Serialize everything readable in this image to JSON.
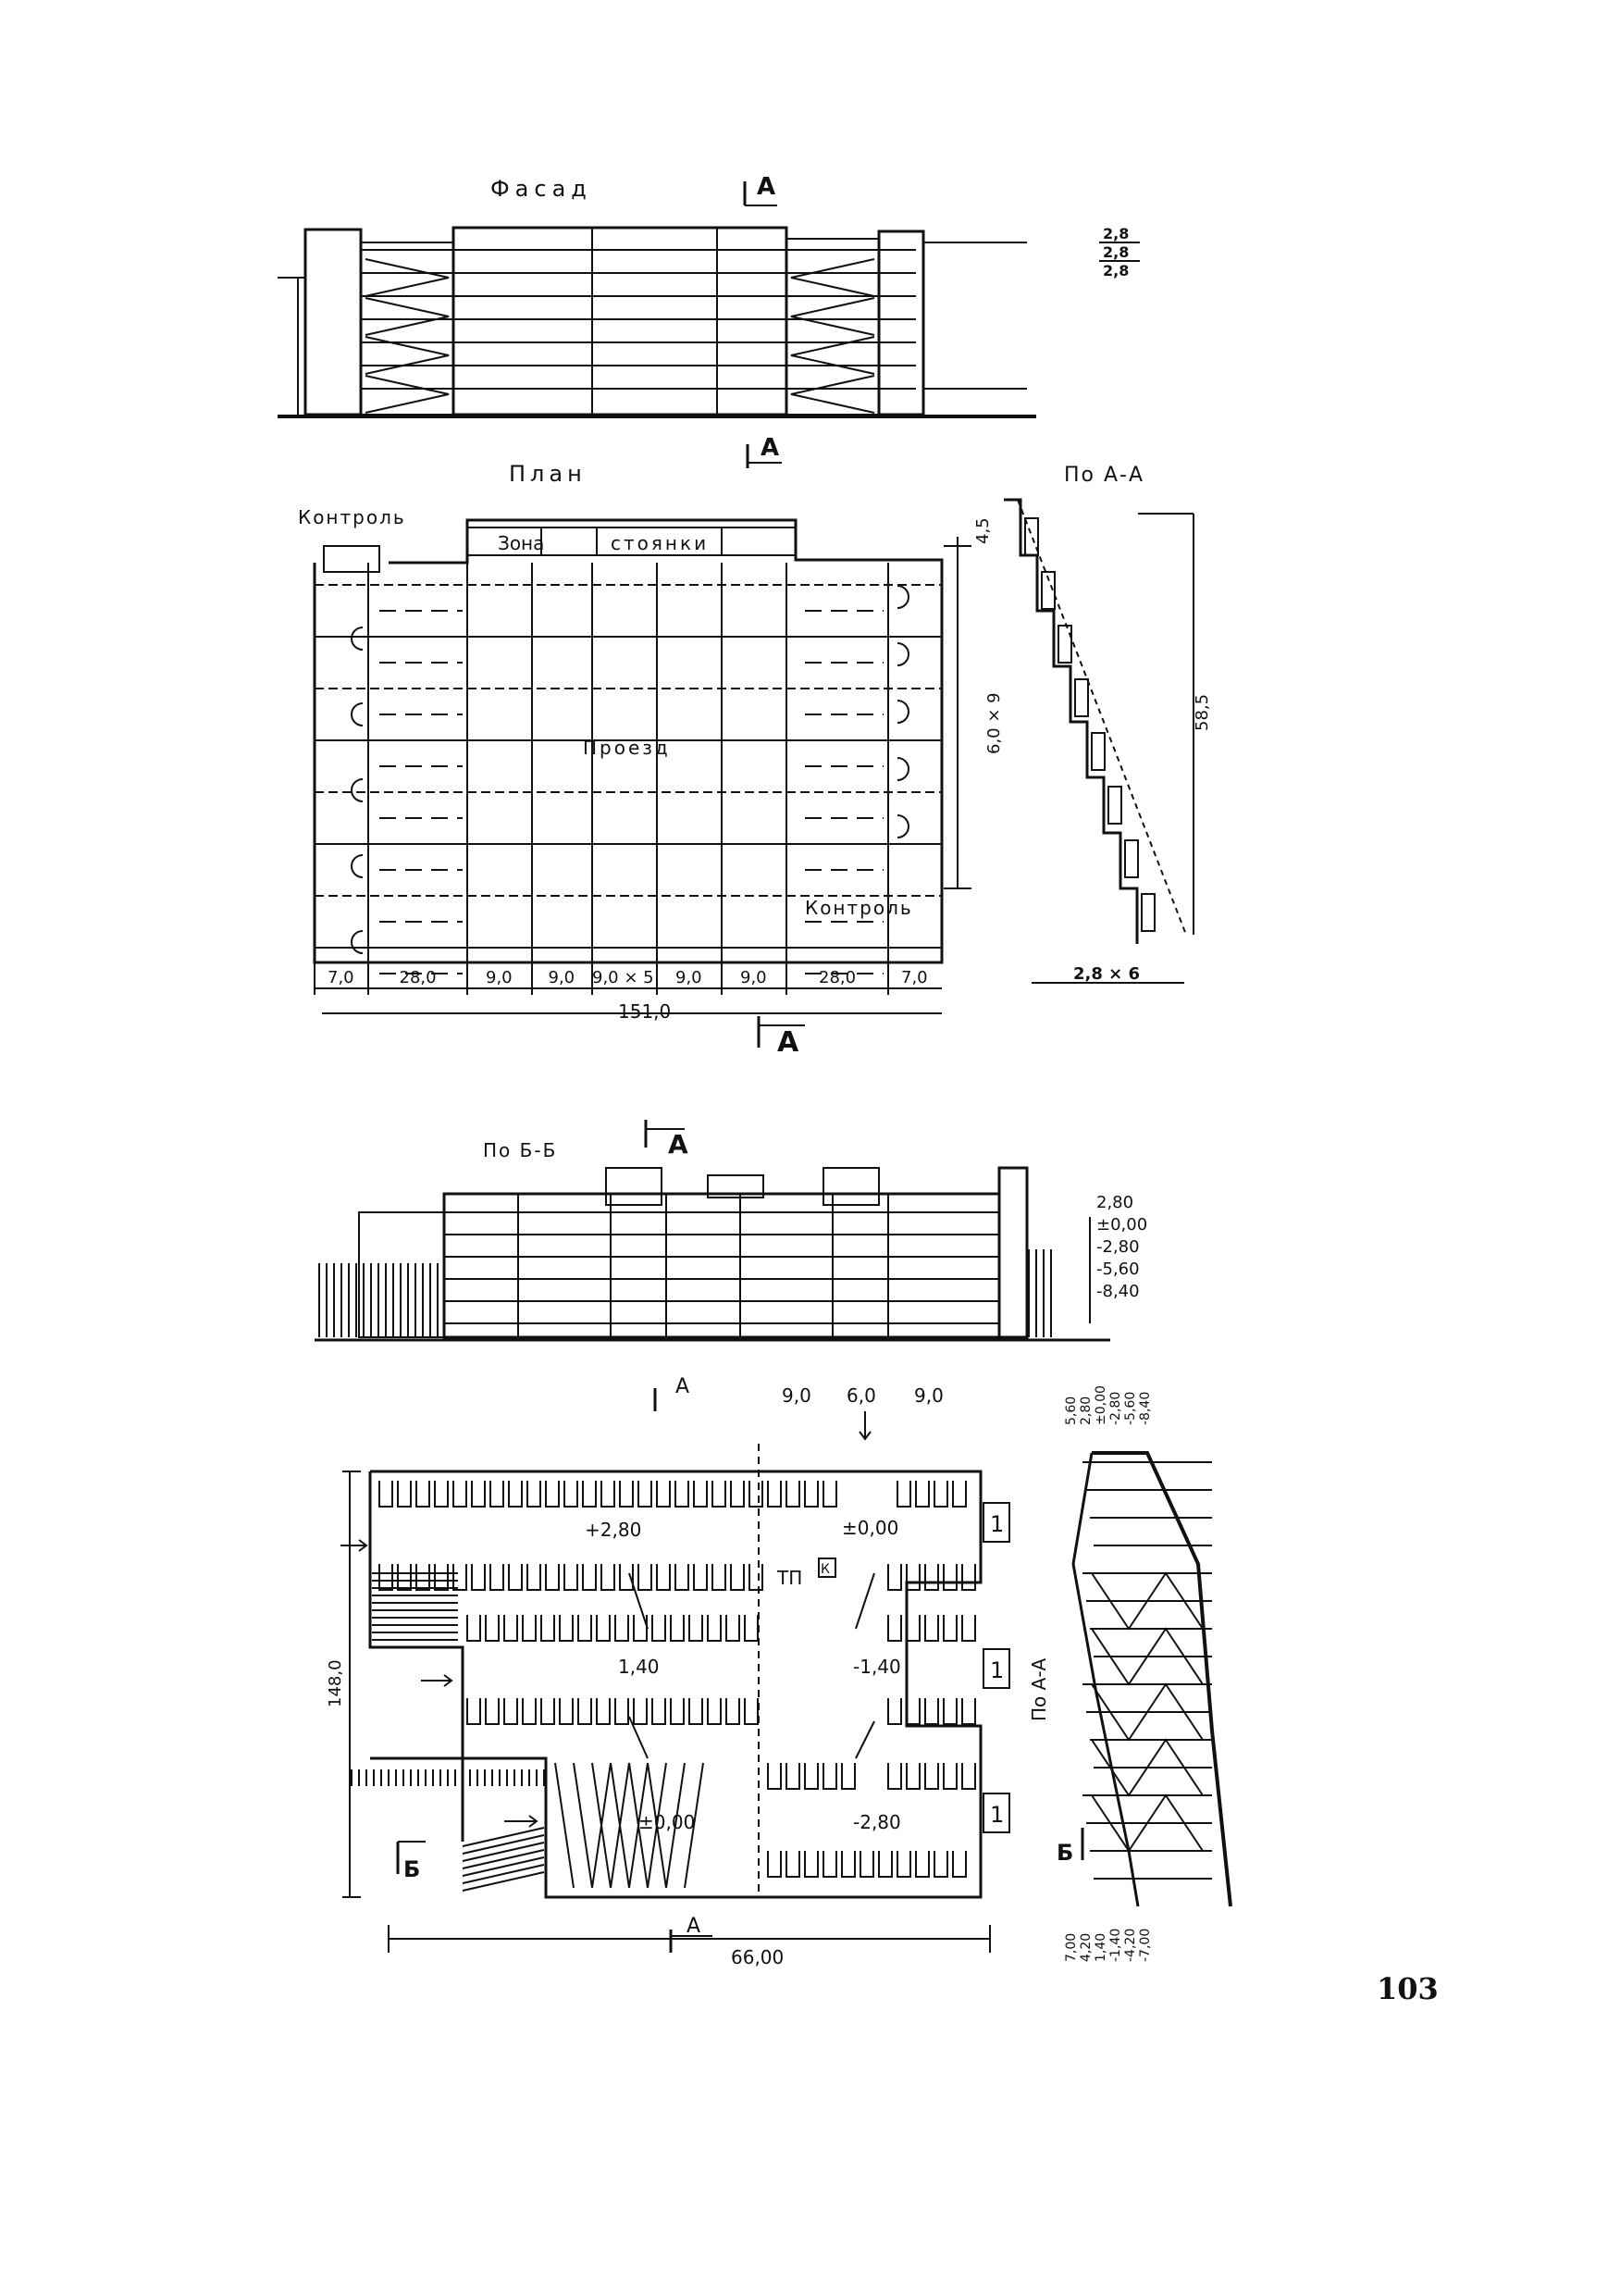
{
  "page_number": "103",
  "facade": {
    "title": "Фасад",
    "section_marker": "А",
    "side_dims": [
      "2,8",
      "2,8",
      "2,8"
    ]
  },
  "plan": {
    "title": "План",
    "marker_top": "А",
    "marker_bottom": "А",
    "label_control_top": "Контроль",
    "label_control_bottom": "Контроль",
    "label_zone": "Зона",
    "label_parking": "стоянки",
    "label_drive": "Проезд",
    "dim_left_top": "4,5",
    "dim_left_main": "6,0 × 9",
    "bays": [
      "7,0",
      "28,0",
      "9,0",
      "9,0",
      "9,0 × 5",
      "9,0",
      "9,0",
      "28,0",
      "7,0"
    ],
    "total": "151,0"
  },
  "section_aa": {
    "title": "По А-А",
    "height": "58,5",
    "bottom_dim": "2,8 × 6"
  },
  "section_bb": {
    "title": "По Б-Б",
    "marker": "А",
    "levels": [
      "2,80",
      "±0,00",
      "-2,80",
      "-5,60",
      "-8,40"
    ]
  },
  "lower_plan": {
    "marker_top": "А",
    "marker_bottom": "А",
    "top_dims": [
      "9,0",
      "6,0",
      "9,0"
    ],
    "level_1": "+2,80",
    "level_2": "±0,00",
    "level_3": "1,40",
    "level_4": "-1,40",
    "level_5": "±0,00",
    "level_6": "-2,80",
    "tp_label": "ТП",
    "k_label": "К",
    "height_dim": "148,0",
    "width_dim": "66,00",
    "section_mark": "Б",
    "section_mark_right": "Б",
    "right_title": "По А-А",
    "right_levels_top": [
      "5,60",
      "2,80",
      "±0,00",
      "-2,80",
      "-5,60",
      "-8,40"
    ],
    "right_levels_bottom": [
      "7,00",
      "4,20",
      "1,40",
      "-1,40",
      "-4,20",
      "-7,00"
    ],
    "floor_marks": [
      "1",
      "1",
      "1"
    ]
  }
}
